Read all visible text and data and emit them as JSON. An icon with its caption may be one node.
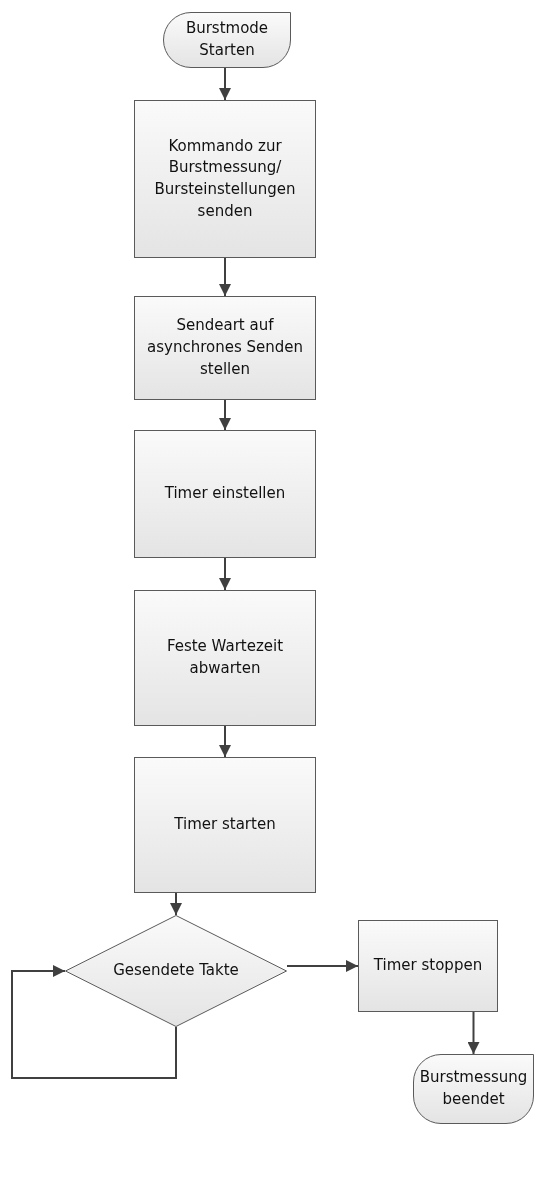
{
  "diagram": {
    "nodes": [
      {
        "text": [
          "Burstmode Starten"
        ]
      },
      {
        "text": [
          "Kommando zur Burstmessung/ Bursteinstellungen senden"
        ]
      },
      {
        "text": [
          "Sendeart auf asynchrones Senden stellen"
        ]
      },
      {
        "text": [
          "Timer einstellen"
        ]
      },
      {
        "text": [
          "Feste Wartezeit abwarten"
        ]
      },
      {
        "text": [
          "Timer starten"
        ]
      },
      {
        "text": [
          "Gesendete Takte"
        ]
      },
      {
        "text": [
          "Timer stoppen"
        ]
      },
      {
        "text": [
          "Burstmessung beendet"
        ]
      }
    ],
    "edges": [
      {
        "from": 0,
        "to": 1,
        "arrow": "to"
      },
      {
        "from": 1,
        "to": 2,
        "arrow": "to"
      },
      {
        "from": 2,
        "to": 3,
        "arrow": "to"
      },
      {
        "from": 3,
        "to": 4,
        "arrow": "to"
      },
      {
        "from": 4,
        "to": 5,
        "arrow": "to"
      },
      {
        "from": 5,
        "to": 6,
        "arrow": "to"
      },
      {
        "from": 6,
        "to": 7,
        "arrow": "to"
      },
      {
        "from": 7,
        "to": 8,
        "arrow": "to"
      },
      {
        "from": 6,
        "to": 6,
        "arrow": "to"
      }
    ]
  }
}
